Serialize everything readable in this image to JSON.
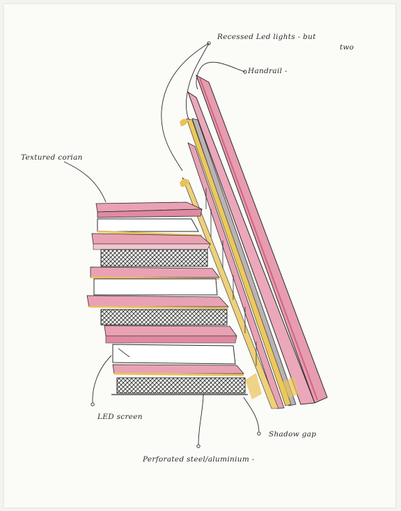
{
  "labels": {
    "recessed_led_lights": "Recessed Led lights - but",
    "recessed_led_lights_cont": "two",
    "handrail": "Handrail -",
    "textured_corian": "Textured corian",
    "led_screen": "LED screen",
    "shadow_gap": "Shadow gap",
    "perforated": "Perforated steel/aluminium -"
  },
  "colors": {
    "paper": "#fbfbf8",
    "pink_pencil": "#e9a0b2",
    "pink_dark": "#c0425e",
    "yellow_pencil": "#e8c25a",
    "ink": "#2a2a2a",
    "mesh": "#3a3a3a"
  }
}
